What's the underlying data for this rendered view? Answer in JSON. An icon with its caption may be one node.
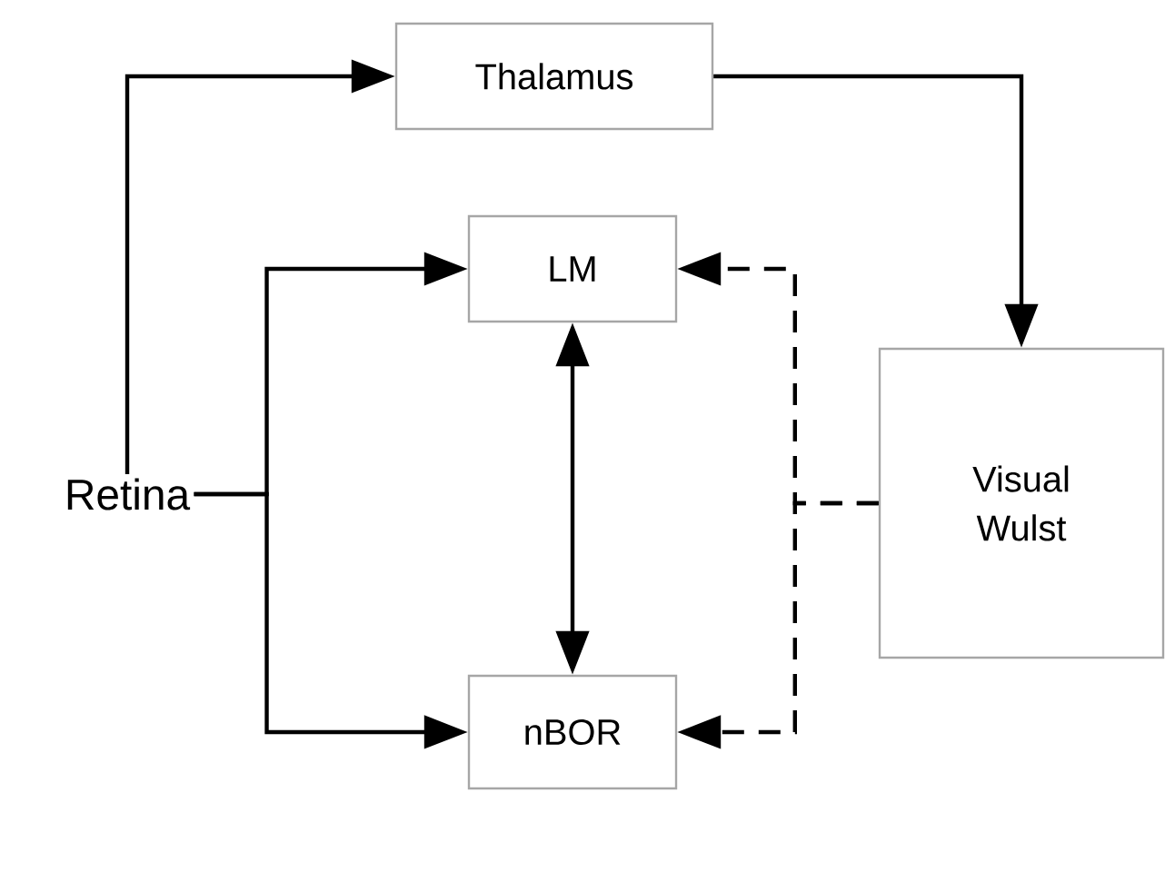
{
  "diagram": {
    "nodes": [
      {
        "text": [
          "Retina"
        ]
      },
      {
        "text": [
          "Thalamus"
        ]
      },
      {
        "text": [
          "LM"
        ]
      },
      {
        "text": [
          "nBOR"
        ]
      },
      {
        "text": [
          "Visual Wulst"
        ]
      }
    ],
    "edges": [
      {
        "from": 0,
        "to": 1,
        "arrow": "to"
      },
      {
        "from": 0,
        "to": 2,
        "arrow": "to"
      },
      {
        "from": 0,
        "to": 3,
        "arrow": "to"
      },
      {
        "from": 1,
        "to": 4,
        "arrow": "to"
      },
      {
        "from": 2,
        "to": 3,
        "arrow": "both"
      },
      {
        "from": 4,
        "to": 2,
        "arrow": "to",
        "style": "dashed"
      },
      {
        "from": 4,
        "to": 3,
        "arrow": "to",
        "style": "dashed"
      }
    ]
  }
}
